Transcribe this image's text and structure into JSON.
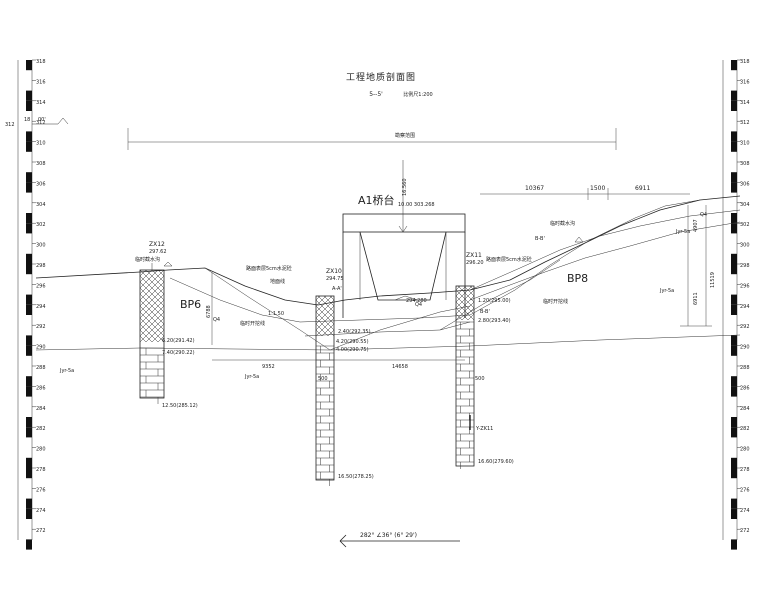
{
  "title": {
    "main": "工程地质剖面图",
    "section": "5--5'",
    "scale": "比例尺1:200"
  },
  "scale_bar": {
    "left": [
      "318",
      "316",
      "314",
      "312",
      "310",
      "308",
      "306",
      "304",
      "302",
      "300",
      "298",
      "296",
      "294",
      "292",
      "290",
      "288",
      "286",
      "284",
      "282",
      "280",
      "278",
      "276",
      "274",
      "272"
    ],
    "right": [
      "318",
      "316",
      "314",
      "312",
      "310",
      "308",
      "306",
      "304",
      "302",
      "300",
      "298",
      "296",
      "294",
      "292",
      "290",
      "288",
      "286",
      "284",
      "282",
      "280",
      "278",
      "276",
      "274",
      "272"
    ],
    "top_left_note": "312",
    "top_left_note2": "18",
    "top_left_note3": "00'"
  },
  "labels": {
    "zone": "勘察范围",
    "bridge": "A1桥台",
    "bridge_mark": "16.560",
    "bridge_elev": "10.00 303.268",
    "bp6": "BP6",
    "bp8": "BP8",
    "q4_left": "Q4",
    "q4_mid": "Q4",
    "q4_right": "Q4",
    "jyc_left": "Jyr-5a",
    "jyc_mid": "Jyr-5a",
    "jyc_right": "Jyr-5a",
    "jyc_far": "Jyr-5a",
    "soil_note_left": "路面表层5cm水泥砼",
    "soil_note_right": "路面表层5cm水泥砼",
    "fill_line": "地面线",
    "excav_left": "临时开挖线",
    "excav_right": "临时开挖线",
    "water_left": "临时截水沟",
    "water_right": "临时截水沟",
    "slope_a": "A-A'",
    "slope_b": "B-B'",
    "slope_b2": "B-B'",
    "slope_ratio": "1:1.50",
    "mid_elev": "294.280"
  },
  "boreholes": {
    "zx12": {
      "name": "ZX12",
      "top": "297.62",
      "d1": "6.20(291.42)",
      "d2": "7.40(290.22)",
      "d3": "12.50(285.12)"
    },
    "zx10": {
      "name": "ZX10",
      "top": "294.75",
      "d1": "2.40(292.35)",
      "d2": "4.20(290.55)",
      "d3": "4.00(290.75)",
      "d4": "16.50(278.25)"
    },
    "zx11": {
      "name": "ZX11",
      "top": "296.20",
      "d1": "1.20(295.00)",
      "d2": "2.80(293.40)",
      "d3": "16.60(279.60)",
      "d4": "Y-ZK11"
    }
  },
  "dimensions": {
    "d6788": "6788",
    "d9352": "9352",
    "d14658": "14658",
    "d500a": "500",
    "d500b": "500",
    "d10367": "10367",
    "d1500": "1500",
    "d6911": "6911",
    "d4907": "4907",
    "d11519": "11519",
    "d6911v": "6911"
  },
  "footer": {
    "angle": "282°  ∠36°  (6° 29')"
  }
}
